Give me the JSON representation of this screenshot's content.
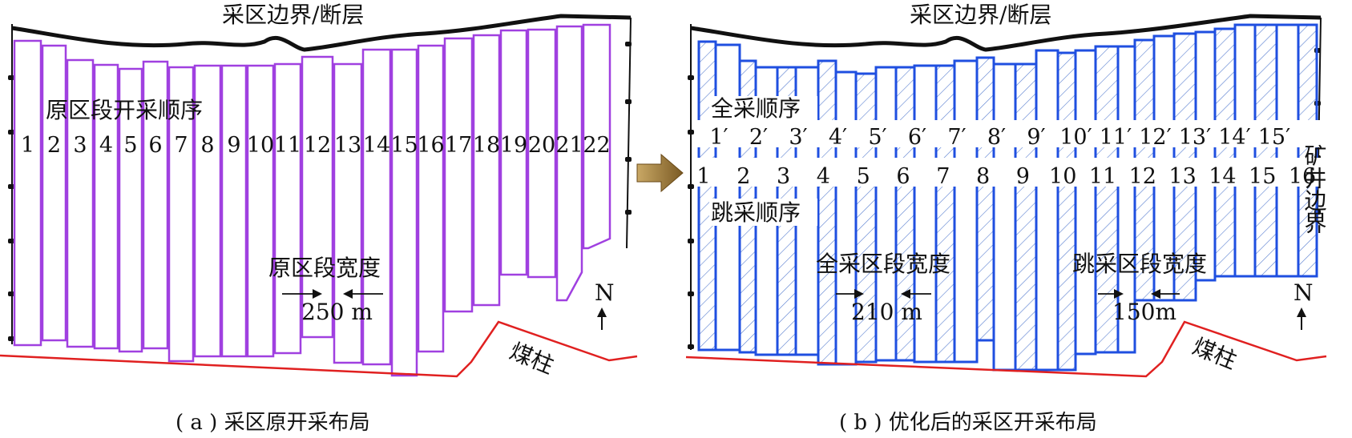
{
  "panel_a": {
    "boundary_label": "采区边界/断层",
    "sequence_label": "原区段开采顺序",
    "section_numbers": [
      "1",
      "2",
      "3",
      "4",
      "5",
      "6",
      "7",
      "8",
      "9",
      "10",
      "11",
      "12",
      "13",
      "14",
      "15",
      "16",
      "17",
      "18",
      "19",
      "20",
      "21",
      "22"
    ],
    "width_label": "原区段宽度",
    "width_value": "250 m",
    "north_label": "N",
    "pillar_label": "煤柱",
    "caption": "( a ) 采区原开采布局",
    "panel_color": "#a040e0"
  },
  "panel_b": {
    "boundary_label": "采区边界/断层",
    "full_sequence_label": "全采顺序",
    "full_numbers": [
      "1′",
      "2′",
      "3′",
      "4′",
      "5′",
      "6′",
      "7′",
      "8′",
      "9′",
      "10′",
      "11′",
      "12′",
      "13′",
      "14′",
      "15′"
    ],
    "skip_numbers": [
      "1",
      "2",
      "3",
      "4",
      "5",
      "6",
      "7",
      "8",
      "9",
      "10",
      "11",
      "12",
      "13",
      "14",
      "15",
      "16"
    ],
    "skip_sequence_label": "跳采顺序",
    "full_width_label": "全采区段宽度",
    "full_width_value": "210 m",
    "skip_width_label": "跳采区段宽度",
    "skip_width_value": "150m",
    "mine_boundary_label": "矿井边界",
    "north_label": "N",
    "pillar_label": "煤柱",
    "caption": "( b ) 优化后的采区开采布局",
    "panel_color": "#1f4fe0"
  },
  "arrow_color": "#9a7a3c"
}
